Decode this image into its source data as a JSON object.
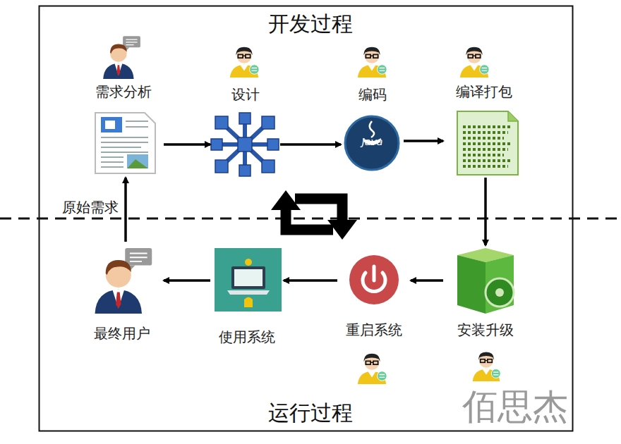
{
  "diagram": {
    "nodes": [
      {
        "text": [
          "需求分析"
        ]
      },
      {
        "text": [
          "设计"
        ]
      },
      {
        "text": [
          "编码",
          "Java"
        ]
      },
      {
        "text": [
          "编译打包"
        ]
      },
      {
        "text": [
          "安装升级"
        ]
      },
      {
        "text": [
          "重启系统"
        ]
      },
      {
        "text": [
          "使用系统"
        ]
      },
      {
        "text": [
          "最终用户"
        ]
      }
    ],
    "edges": [
      {
        "from": 0,
        "to": 1,
        "arrow": "to"
      },
      {
        "from": 1,
        "to": 2,
        "arrow": "to"
      },
      {
        "from": 2,
        "to": 3,
        "arrow": "to"
      },
      {
        "from": 3,
        "to": 4,
        "arrow": "to"
      },
      {
        "from": 4,
        "to": 5,
        "arrow": "to"
      },
      {
        "from": 5,
        "to": 6,
        "arrow": "to"
      },
      {
        "from": 6,
        "to": 7,
        "arrow": "to"
      },
      {
        "from": 7,
        "to": 0,
        "label": "原始需求",
        "arrow": "to"
      }
    ],
    "labels": [
      "开发过程",
      "运行过程",
      "佰思杰"
    ]
  }
}
